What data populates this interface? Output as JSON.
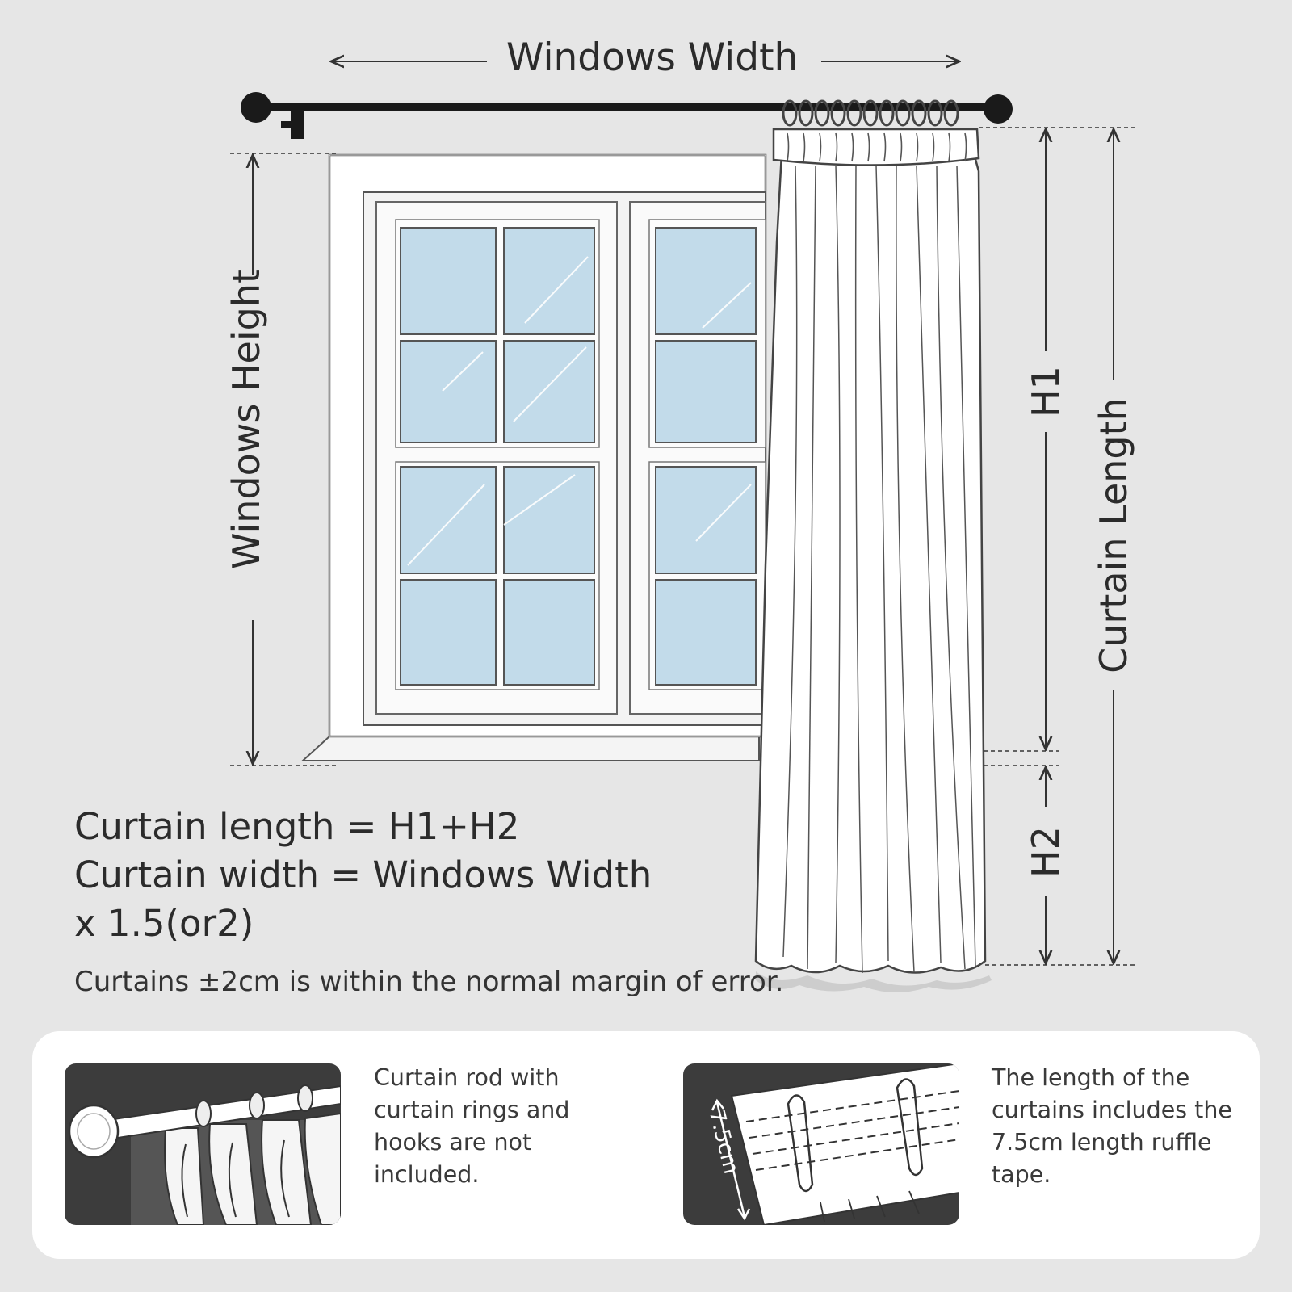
{
  "labels": {
    "windows_width": "Windows Width",
    "windows_height": "Windows Height",
    "h1": "H1",
    "h2": "H2",
    "curtain_length": "Curtain Length",
    "tape_size": "7.5cm"
  },
  "formula": {
    "line1": "Curtain length = H1+H2",
    "line2": "Curtain width = Windows Width",
    "line3": "x 1.5(or2)"
  },
  "note": "Curtains ±2cm is within the normal margin of error.",
  "info": {
    "rod_note": [
      "Curtain rod with",
      "curtain rings and",
      "hooks are not",
      "included."
    ],
    "tape_note": [
      "The length of the",
      "curtains includes the",
      "7.5cm length ruffle",
      "tape."
    ]
  },
  "colors": {
    "background": "#e6e6e6",
    "glass": "#c2dbea",
    "rod": "#1a1a1a",
    "frame": "#ffffff",
    "panel": "#ffffff",
    "thumb_dark": "#3c3c3c"
  },
  "icons": [
    "curtain-rod-icon",
    "ruffle-tape-icon"
  ]
}
